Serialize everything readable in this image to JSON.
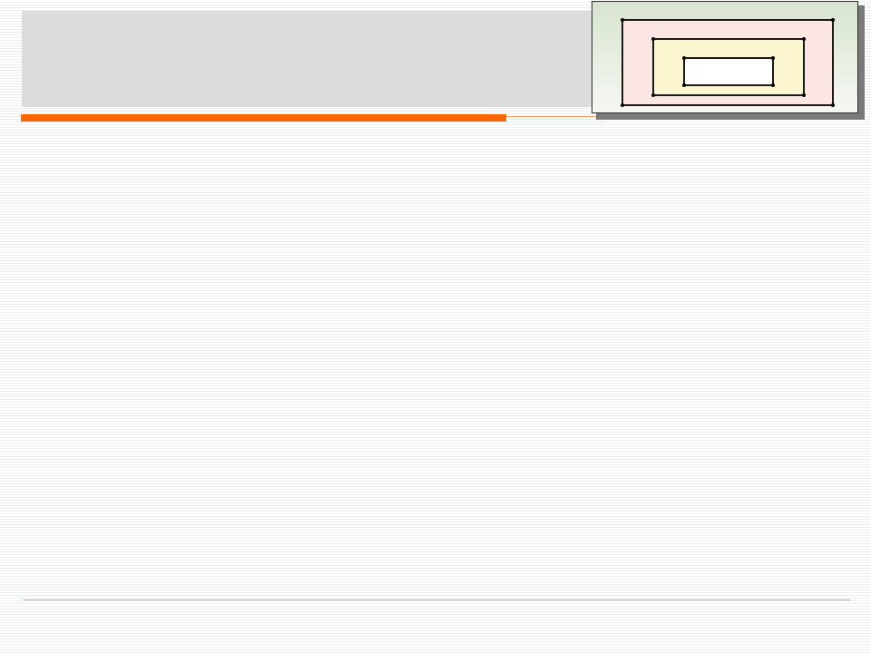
{
  "slide": {
    "title": "",
    "body": ""
  },
  "logo": {
    "icon": "nested-rectangles-icon",
    "layers": [
      "outer",
      "middle",
      "inner"
    ]
  },
  "colors": {
    "accent": "#ff6600",
    "footer_rule": "#f4a070",
    "title_band": "#dcdcdc",
    "logo_frame_top": "#d7e4cf",
    "outer_fill": "#fbe6e4",
    "middle_fill": "#fbf6cf",
    "inner_fill": "#ffffff"
  }
}
